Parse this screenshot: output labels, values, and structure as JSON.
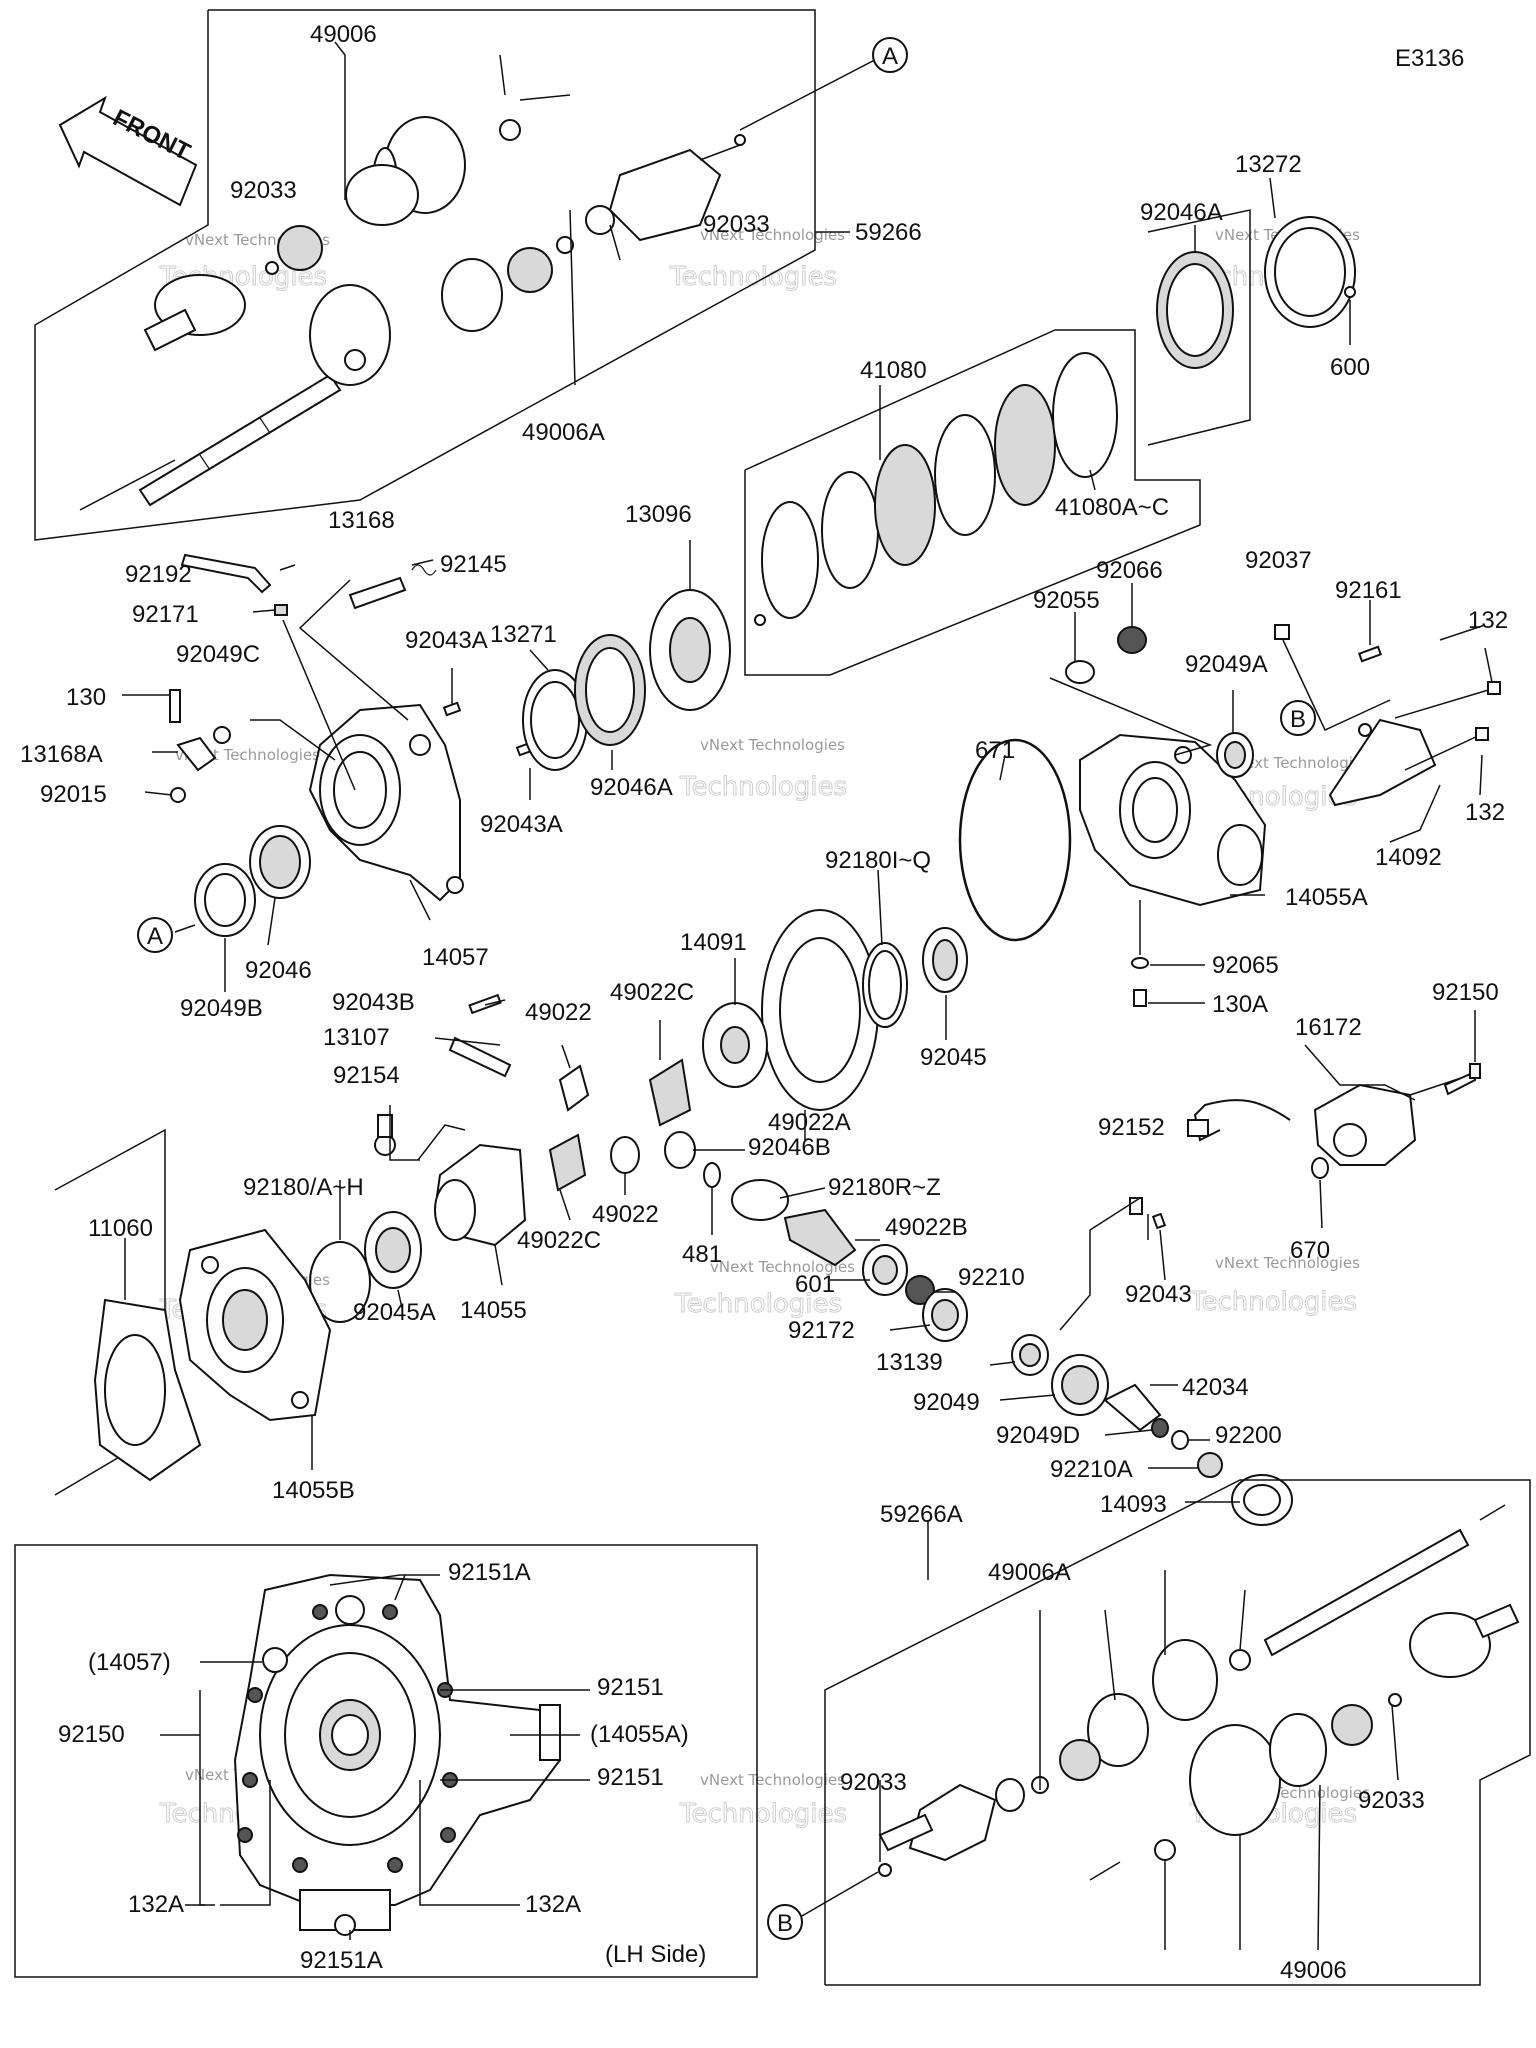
{
  "diagram_code": "E3136",
  "front_arrow_label": "FRONT",
  "inset_caption": "(LH Side)",
  "watermark": {
    "line1": "vNext Technologies",
    "line2": "Technologies"
  },
  "callouts": {
    "A": "A",
    "B": "B",
    "p49006_top": "49006",
    "p92033_top": "92033",
    "p92033_mid": "92033",
    "p59266": "59266",
    "p49006A_top": "49006A",
    "p13272": "13272",
    "p92046A_r": "92046A",
    "p600": "600",
    "p41080": "41080",
    "p41080AC": "41080A~C",
    "p13168": "13168",
    "p92145": "92145",
    "p92192": "92192",
    "p92171": "92171",
    "p13096": "13096",
    "p13271": "13271",
    "p92043A_1": "92043A",
    "p92049C": "92049C",
    "p130": "130",
    "p13168A": "13168A",
    "p92015": "92015",
    "p92046A_l": "92046A",
    "p92043A_2": "92043A",
    "p92066": "92066",
    "p92055": "92055",
    "p92037": "92037",
    "p92161": "92161",
    "p132_1": "132",
    "p92049A": "92049A",
    "p132_2": "132",
    "p671": "671",
    "p14092": "14092",
    "p14055A": "14055A",
    "p92180IQ": "92180I~Q",
    "p14091": "14091",
    "p92046": "92046",
    "p92049B": "92049B",
    "p14057": "14057",
    "p92043B": "92043B",
    "p49022_1": "49022",
    "p49022C_1": "49022C",
    "p13107": "13107",
    "p92045": "92045",
    "p92065": "92065",
    "p130A": "130A",
    "p92150_r": "92150",
    "p16172": "16172",
    "p92154": "92154",
    "p49022A": "49022A",
    "p92046B": "92046B",
    "p92180AH": "92180/A~H",
    "p49022_2": "49022",
    "p92180RZ": "92180R~Z",
    "p11060": "11060",
    "p49022C_2": "49022C",
    "p49022B": "49022B",
    "p92152": "92152",
    "p481": "481",
    "p601": "601",
    "p92210": "92210",
    "p92043": "92043",
    "p670": "670",
    "p92045A": "92045A",
    "p14055": "14055",
    "p92172": "92172",
    "p13139": "13139",
    "p42034": "42034",
    "p92049": "92049",
    "p92049D": "92049D",
    "p92200": "92200",
    "p92210A": "92210A",
    "p14055B": "14055B",
    "p14093": "14093",
    "p59266A": "59266A",
    "p92151A_top": "92151A",
    "p14057_in": "(14057)",
    "p49006A_bot": "49006A",
    "p92151_1": "92151",
    "p92150_in": "92150",
    "p14055A_in": "(14055A)",
    "p92151_2": "92151",
    "p92033_bl": "92033",
    "p92033_br": "92033",
    "p132A_l": "132A",
    "p132A_r": "132A",
    "p92151A_bot": "92151A",
    "p49006_bot": "49006"
  }
}
